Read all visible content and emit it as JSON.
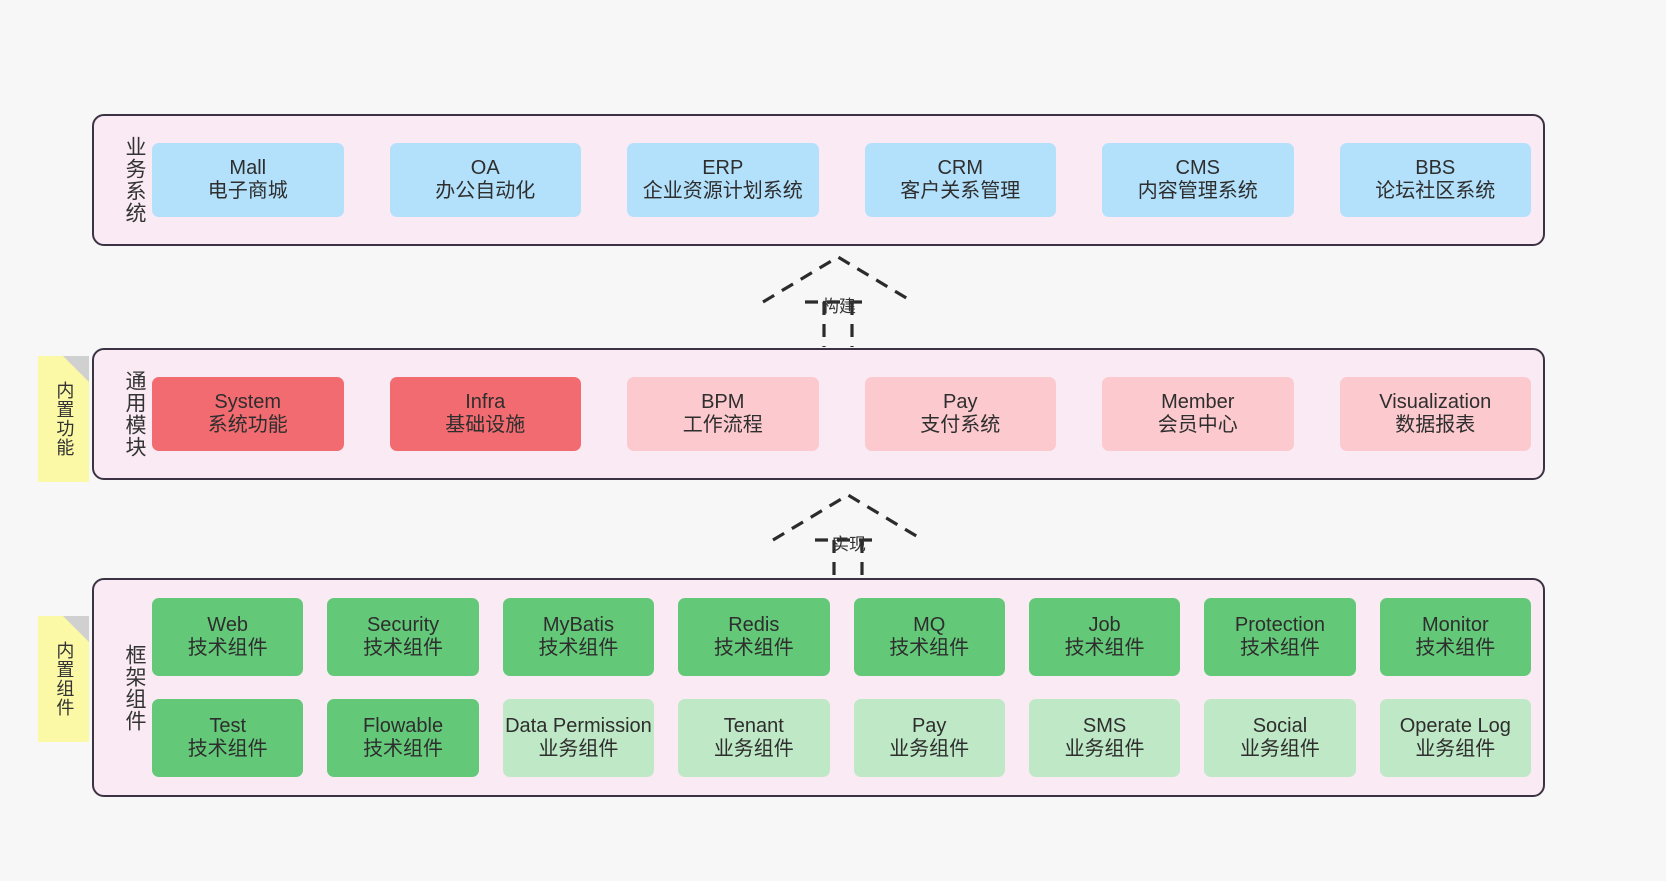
{
  "diagram": {
    "background_color": "#f7f7f7",
    "layer_fill": "#f9eaf4",
    "layer_border": "#3b3243"
  },
  "layers": [
    {
      "id": "business",
      "label": "业务系统",
      "rows": [
        {
          "nodes": [
            {
              "en": "Mall",
              "cn": "电子商城",
              "color": "#b3e0fb"
            },
            {
              "en": "OA",
              "cn": "办公自动化",
              "color": "#b3e0fb"
            },
            {
              "en": "ERP",
              "cn": "企业资源计划系统",
              "color": "#b3e0fb"
            },
            {
              "en": "CRM",
              "cn": "客户关系管理",
              "color": "#b3e0fb"
            },
            {
              "en": "CMS",
              "cn": "内容管理系统",
              "color": "#b3e0fb"
            },
            {
              "en": "BBS",
              "cn": "论坛社区系统",
              "color": "#b3e0fb"
            }
          ]
        }
      ]
    },
    {
      "id": "common",
      "label": "通用模块",
      "rows": [
        {
          "nodes": [
            {
              "en": "System",
              "cn": "系统功能",
              "color": "#f26b70"
            },
            {
              "en": "Infra",
              "cn": "基础设施",
              "color": "#f26b70"
            },
            {
              "en": "BPM",
              "cn": "工作流程",
              "color": "#fbc9ce"
            },
            {
              "en": "Pay",
              "cn": "支付系统",
              "color": "#fbc9ce"
            },
            {
              "en": "Member",
              "cn": "会员中心",
              "color": "#fbc9ce"
            },
            {
              "en": "Visualization",
              "cn": "数据报表",
              "color": "#fbc9ce"
            }
          ]
        }
      ]
    },
    {
      "id": "framework",
      "label": "框架组件",
      "rows": [
        {
          "nodes": [
            {
              "en": "Web",
              "cn": "技术组件",
              "color": "#63c878"
            },
            {
              "en": "Security",
              "cn": "技术组件",
              "color": "#63c878"
            },
            {
              "en": "MyBatis",
              "cn": "技术组件",
              "color": "#63c878"
            },
            {
              "en": "Redis",
              "cn": "技术组件",
              "color": "#63c878"
            },
            {
              "en": "MQ",
              "cn": "技术组件",
              "color": "#63c878"
            },
            {
              "en": "Job",
              "cn": "技术组件",
              "color": "#63c878"
            },
            {
              "en": "Protection",
              "cn": "技术组件",
              "color": "#63c878"
            },
            {
              "en": "Monitor",
              "cn": "技术组件",
              "color": "#63c878"
            }
          ]
        },
        {
          "nodes": [
            {
              "en": "Test",
              "cn": "技术组件",
              "color": "#63c878"
            },
            {
              "en": "Flowable",
              "cn": "技术组件",
              "color": "#63c878"
            },
            {
              "en": "Data Permission",
              "cn": "业务组件",
              "color": "#bfe8c6"
            },
            {
              "en": "Tenant",
              "cn": "业务组件",
              "color": "#bfe8c6"
            },
            {
              "en": "Pay",
              "cn": "业务组件",
              "color": "#bfe8c6"
            },
            {
              "en": "SMS",
              "cn": "业务组件",
              "color": "#bfe8c6"
            },
            {
              "en": "Social",
              "cn": "业务组件",
              "color": "#bfe8c6"
            },
            {
              "en": "Operate Log",
              "cn": "业务组件",
              "color": "#bfe8c6"
            }
          ]
        }
      ]
    }
  ],
  "notes": [
    {
      "id": "builtin-features",
      "label": "内置功能",
      "color": "#fbf8a6"
    },
    {
      "id": "builtin-components",
      "label": "内置组件",
      "color": "#fbf8a6"
    }
  ],
  "arrows": [
    {
      "id": "build",
      "label": "构建",
      "style": "dashed-generalization"
    },
    {
      "id": "implement",
      "label": "实现",
      "style": "dashed-generalization"
    }
  ]
}
